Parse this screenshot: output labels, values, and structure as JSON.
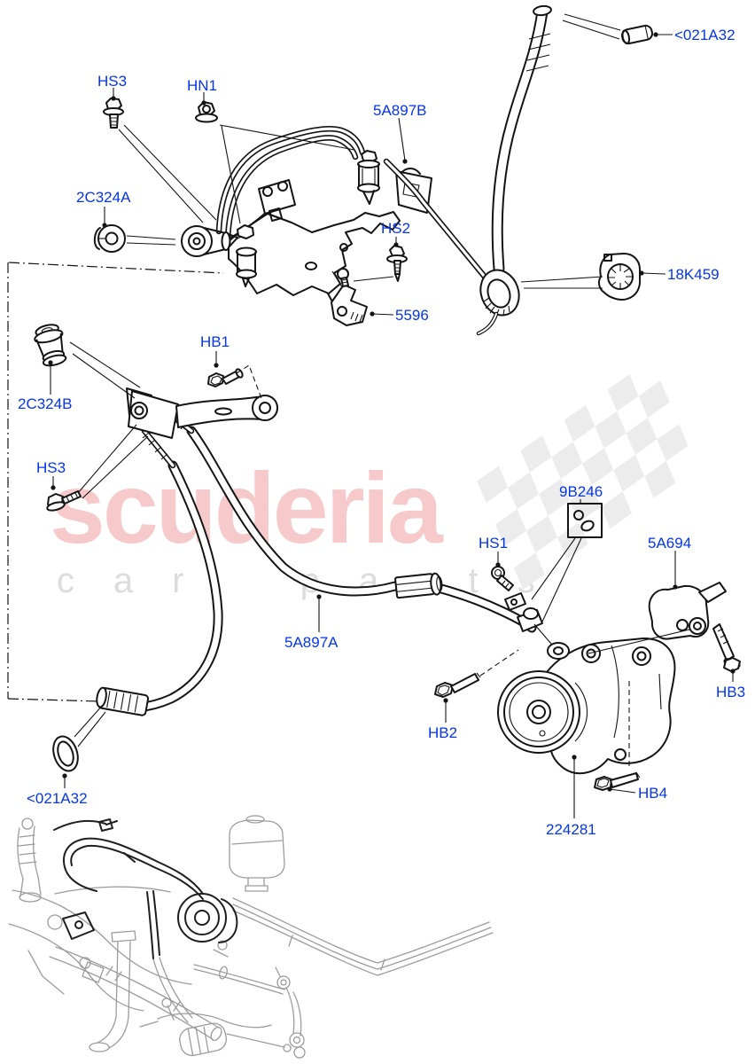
{
  "watermark": {
    "brand": "scuderia",
    "tagline": "car parts",
    "brand_color": "#f6caca",
    "tagline_color": "#dcdcdc"
  },
  "diagram": {
    "label_color": "#0535ec",
    "line_color": "#141414",
    "overview_color": "#9c9c9c",
    "background": "#ffffff"
  },
  "labels": [
    {
      "id": "hs3-top",
      "text": "HS3"
    },
    {
      "id": "hn1",
      "text": "HN1"
    },
    {
      "id": "5a897b",
      "text": "5A897B"
    },
    {
      "id": "021a32-top",
      "text": "<021A32"
    },
    {
      "id": "2c324a",
      "text": "2C324A"
    },
    {
      "id": "hs2",
      "text": "HS2"
    },
    {
      "id": "18k459",
      "text": "18K459"
    },
    {
      "id": "5596",
      "text": "5596"
    },
    {
      "id": "hb1",
      "text": "HB1"
    },
    {
      "id": "2c324b",
      "text": "2C324B"
    },
    {
      "id": "hs3-mid",
      "text": "HS3"
    },
    {
      "id": "9b246",
      "text": "9B246"
    },
    {
      "id": "5a694",
      "text": "5A694"
    },
    {
      "id": "hs1",
      "text": "HS1"
    },
    {
      "id": "5a897a",
      "text": "5A897A"
    },
    {
      "id": "hb2",
      "text": "HB2"
    },
    {
      "id": "hb3",
      "text": "HB3"
    },
    {
      "id": "hb4",
      "text": "HB4"
    },
    {
      "id": "224281",
      "text": "224281"
    },
    {
      "id": "021a32-bottom",
      "text": "<021A32"
    }
  ]
}
